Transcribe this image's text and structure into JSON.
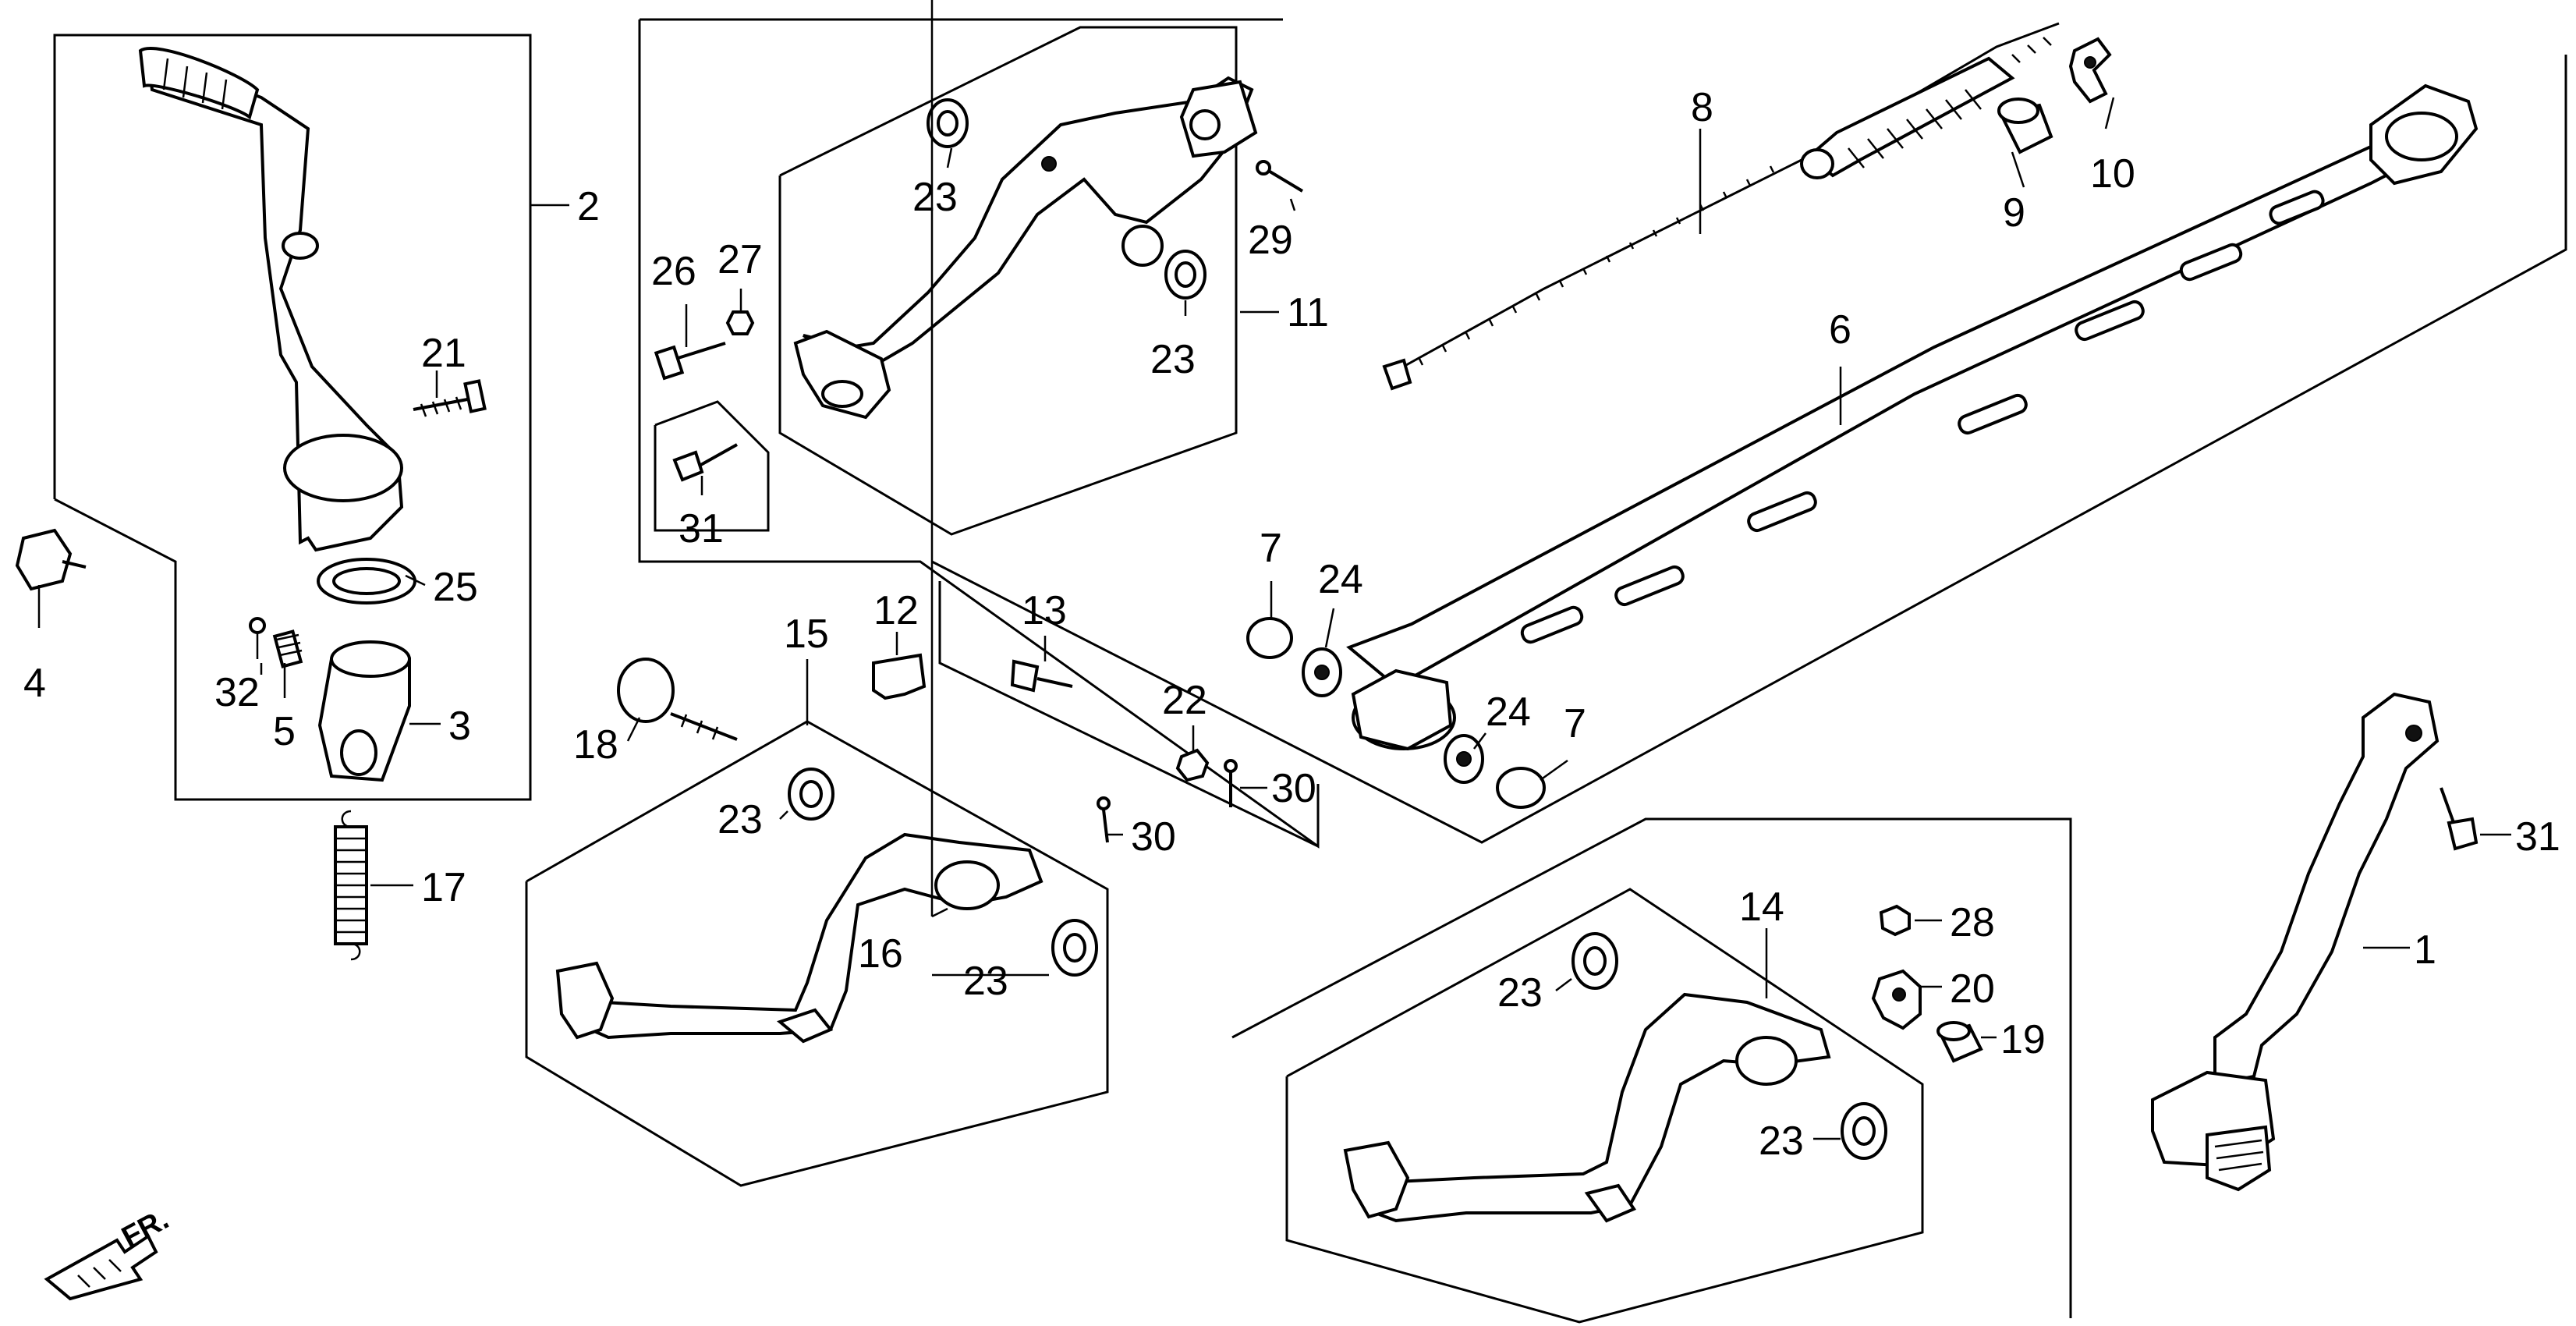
{
  "diagram": {
    "front_indicator": "FR.",
    "callouts": [
      {
        "id": "c1",
        "label": "1"
      },
      {
        "id": "c2",
        "label": "2"
      },
      {
        "id": "c3",
        "label": "3"
      },
      {
        "id": "c4",
        "label": "4"
      },
      {
        "id": "c5",
        "label": "5"
      },
      {
        "id": "c6",
        "label": "6"
      },
      {
        "id": "c7a",
        "label": "7"
      },
      {
        "id": "c7b",
        "label": "7"
      },
      {
        "id": "c8",
        "label": "8"
      },
      {
        "id": "c9",
        "label": "9"
      },
      {
        "id": "c10",
        "label": "10"
      },
      {
        "id": "c11",
        "label": "11"
      },
      {
        "id": "c12",
        "label": "12"
      },
      {
        "id": "c13",
        "label": "13"
      },
      {
        "id": "c14",
        "label": "14"
      },
      {
        "id": "c15",
        "label": "15"
      },
      {
        "id": "c16",
        "label": "16"
      },
      {
        "id": "c17",
        "label": "17"
      },
      {
        "id": "c18",
        "label": "18"
      },
      {
        "id": "c19",
        "label": "19"
      },
      {
        "id": "c20",
        "label": "20"
      },
      {
        "id": "c21",
        "label": "21"
      },
      {
        "id": "c22",
        "label": "22"
      },
      {
        "id": "c23a",
        "label": "23"
      },
      {
        "id": "c23b",
        "label": "23"
      },
      {
        "id": "c23c",
        "label": "23"
      },
      {
        "id": "c23d",
        "label": "23"
      },
      {
        "id": "c23e",
        "label": "23"
      },
      {
        "id": "c23f",
        "label": "23"
      },
      {
        "id": "c24a",
        "label": "24"
      },
      {
        "id": "c24b",
        "label": "24"
      },
      {
        "id": "c25",
        "label": "25"
      },
      {
        "id": "c26",
        "label": "26"
      },
      {
        "id": "c27",
        "label": "27"
      },
      {
        "id": "c28",
        "label": "28"
      },
      {
        "id": "c29",
        "label": "29"
      },
      {
        "id": "c30a",
        "label": "30"
      },
      {
        "id": "c30b",
        "label": "30"
      },
      {
        "id": "c31a",
        "label": "31"
      },
      {
        "id": "c31b",
        "label": "31"
      },
      {
        "id": "c32",
        "label": "32"
      }
    ]
  }
}
